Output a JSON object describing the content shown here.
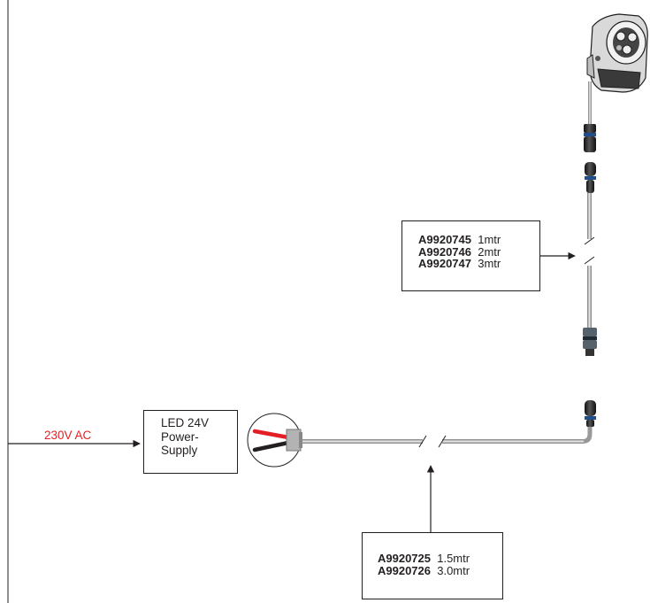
{
  "mains": {
    "label": "230V AC",
    "color": "#e31e24"
  },
  "power_supply": {
    "line1": "LED 24V",
    "line2": "Power-",
    "line3": "Supply"
  },
  "cable_spot": {
    "rows": [
      {
        "code": "A9920745",
        "length": "1mtr"
      },
      {
        "code": "A9920746",
        "length": "2mtr"
      },
      {
        "code": "A9920747",
        "length": "3mtr"
      }
    ]
  },
  "cable_main": {
    "rows": [
      {
        "code": "A9920725",
        "length": "1.5mtr"
      },
      {
        "code": "A9920726",
        "length": "3.0mtr"
      }
    ]
  },
  "icons": {
    "fixture": "led-spotlight-icon",
    "connector_male": "male-connector-icon",
    "connector_female": "female-connector-icon",
    "cable_end": "cable-end-wires-icon"
  },
  "colors": {
    "line": "#231f20",
    "wire_red": "#e31e24",
    "wire_black": "#231f20",
    "connector_blue": "#1f4e8c"
  }
}
